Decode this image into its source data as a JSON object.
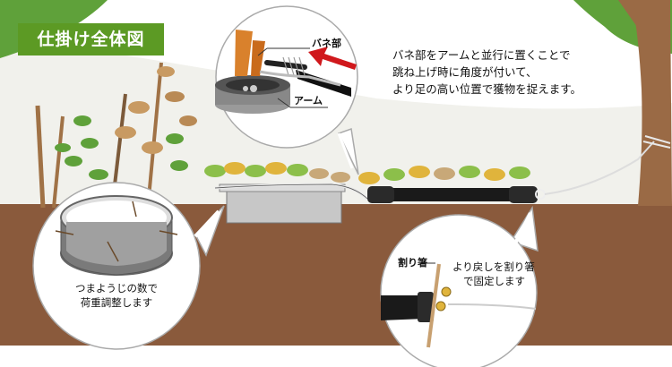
{
  "title": "仕掛け全体図",
  "description": {
    "lines": [
      "バネ部をアームと並行に置くことで",
      "跳ね上げ時に角度が付いて、",
      "より足の高い位置で獲物を捉えます。"
    ]
  },
  "callout_top": {
    "spring_label": "バネ部",
    "arm_label": "アーム"
  },
  "callout_left": {
    "caption_lines": [
      "つまようじの数で",
      "荷重調整します"
    ]
  },
  "callout_right": {
    "chopstick_label": "割り箸",
    "caption_lines": [
      "より戻しを割り箸",
      "で固定します"
    ]
  },
  "colors": {
    "title_bg": "#5c9a24",
    "ground": "#8a5a3c",
    "sky": "#f1f1ec",
    "tree_trunk": "#9a6a45",
    "arrow_red": "#d0181c"
  }
}
